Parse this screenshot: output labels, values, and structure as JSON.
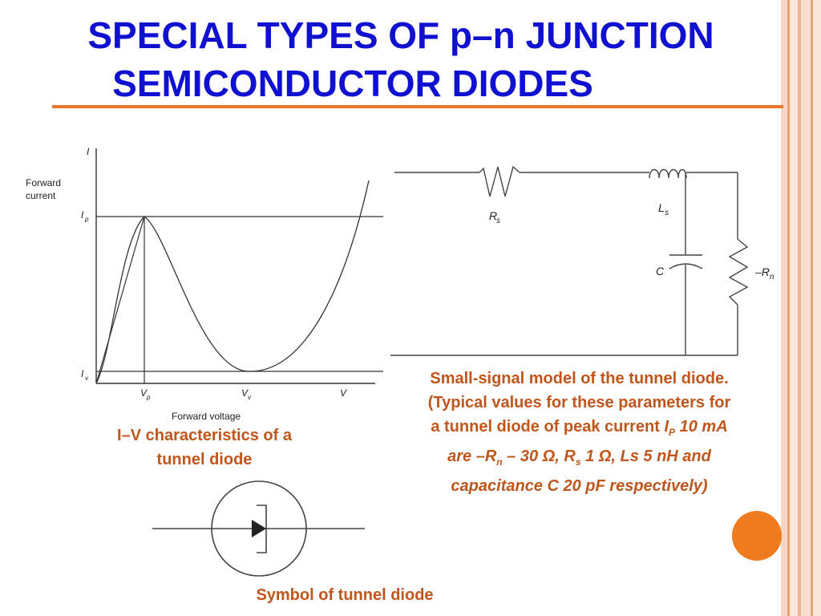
{
  "slide": {
    "title_line1": "SPECIAL TYPES OF p–n JUNCTION",
    "title_line2": "SEMICONDUCTOR DIODES",
    "accent_color": "#e9772c",
    "title_color": "#1010d0",
    "caption_color": "#c0561c"
  },
  "iv_chart": {
    "y_axis_symbol": "I",
    "y_axis_label_line1": "Forward",
    "y_axis_label_line2": "current",
    "peak_current_label": "I",
    "peak_current_sub": "p",
    "valley_current_label": "I",
    "valley_current_sub": "v",
    "peak_voltage_label": "V",
    "peak_voltage_sub": "p",
    "valley_voltage_label": "V",
    "valley_voltage_sub": "v",
    "x_axis_symbol": "V",
    "x_axis_label": "Forward voltage",
    "caption_line1": "I–V characteristics of a",
    "caption_line2": "tunnel diode"
  },
  "circuit": {
    "rs_label": "R",
    "rs_sub": "s",
    "ls_label": "L",
    "ls_sub": "s",
    "c_label": "C",
    "rn_label": "–R",
    "rn_sub": "n",
    "caption": {
      "line1": "Small-signal model of the tunnel diode.",
      "line2": "(Typical values for these parameters for",
      "line3_a": "a tunnel diode of peak current ",
      "line3_b": "I",
      "line3_b_sub": "P",
      "line3_c": "  10 mA",
      "line4_a": "are –R",
      "line4_a_sub": "n",
      "line4_b": "  – 30 Ω, R",
      "line4_b_sub": "s",
      "line4_c": "  1 Ω, Ls  5 nH and",
      "line5": "capacitance C  20 pF respectively)"
    }
  },
  "symbol": {
    "caption": "Symbol of tunnel diode"
  },
  "decor": {
    "dot_color": "#f07a1e"
  }
}
